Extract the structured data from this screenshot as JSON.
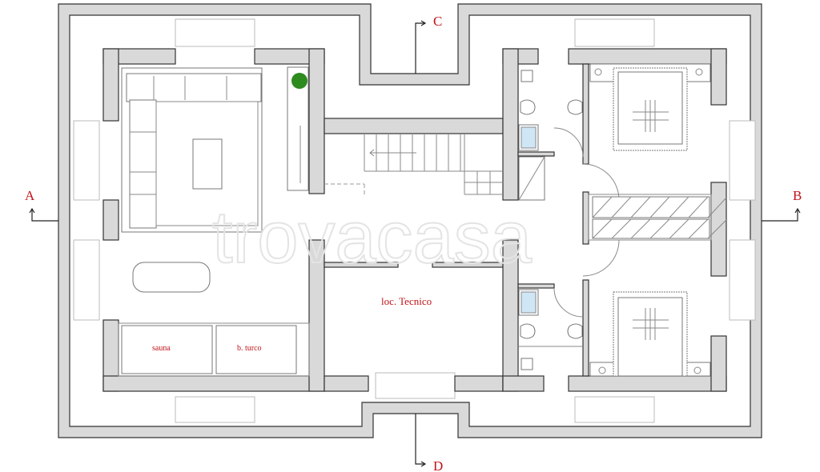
{
  "plan": {
    "section_markers": {
      "a": "A",
      "b": "B",
      "c": "C",
      "d": "D"
    },
    "rooms": {
      "sauna": "sauna",
      "turkish_bath": "b. turco",
      "technical_room": "loc. Tecnico"
    },
    "watermark": "trovacasa",
    "colors": {
      "wall": "#d9d9d9",
      "label": "#c0141a",
      "plant": "#2e8b1e",
      "shower": "#cfe6f5"
    }
  }
}
